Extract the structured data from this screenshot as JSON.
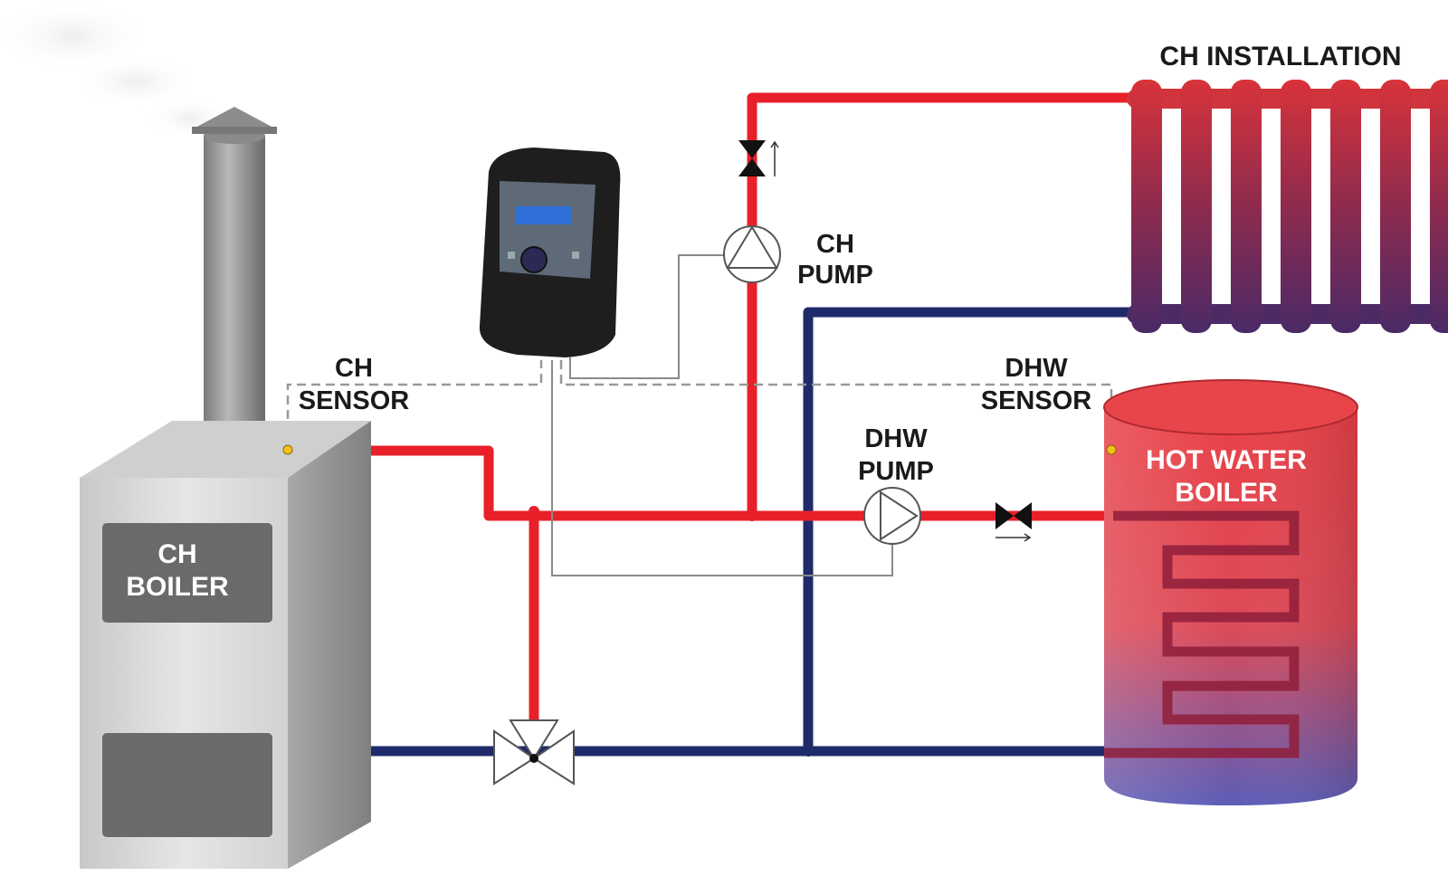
{
  "labels": {
    "ch_installation": "CH INSTALLATION",
    "ch_pump": [
      "CH",
      "PUMP"
    ],
    "ch_sensor": [
      "CH",
      "SENSOR"
    ],
    "dhw_sensor": [
      "DHW",
      "SENSOR"
    ],
    "dhw_pump": [
      "DHW",
      "PUMP"
    ],
    "hot_water_boiler": [
      "HOT WATER",
      "BOILER"
    ],
    "ch_boiler": [
      "CH",
      "BOILER"
    ]
  },
  "colors": {
    "supply_pipe": "#e8202a",
    "return_pipe": "#1f2a6b",
    "sensor_wire": "#999999",
    "signal_wire": "#8a8a8a",
    "label_text": "#1a1a1a",
    "label_text_light": "#ffffff"
  },
  "icons": {
    "controller": "controller-device-icon",
    "pump": "pump-icon",
    "check_valve": "check-valve-icon",
    "three_way_valve": "three-way-valve-icon",
    "sensor": "sensor-dot-icon"
  }
}
